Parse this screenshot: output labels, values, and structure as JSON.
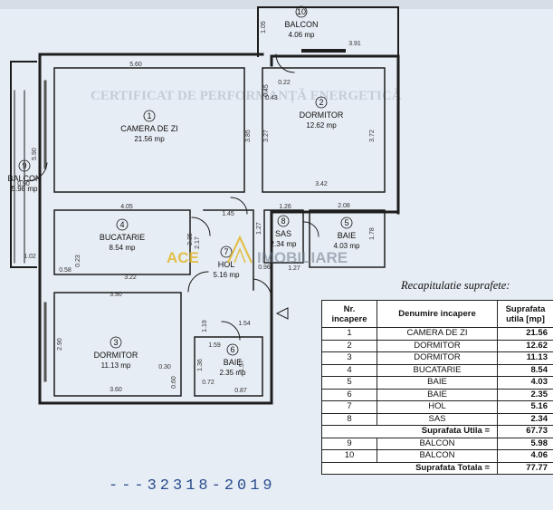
{
  "watermark": {
    "part1": "ACE",
    "part2": "IMOBILIARE"
  },
  "header_text": "CERTIFICAT DE PERFORMANȚĂ ENERGETICĂ",
  "stamp": "---32318-2019",
  "rooms": [
    {
      "nr": "1",
      "name": "CAMERA DE ZI",
      "area": "21.56 mp"
    },
    {
      "nr": "2",
      "name": "DORMITOR",
      "area": "12.62 mp"
    },
    {
      "nr": "3",
      "name": "DORMITOR",
      "area": "11.13 mp"
    },
    {
      "nr": "4",
      "name": "BUCATARIE",
      "area": "8.54 mp"
    },
    {
      "nr": "5",
      "name": "BAIE",
      "area": "4.03 mp"
    },
    {
      "nr": "6",
      "name": "BAIE",
      "area": "2.35 mp"
    },
    {
      "nr": "7",
      "name": "HOL",
      "area": "5.16 mp"
    },
    {
      "nr": "8",
      "name": "SAS",
      "area": "2.34 mp"
    },
    {
      "nr": "9",
      "name": "BALCON",
      "area": "5.98 mp"
    },
    {
      "nr": "10",
      "name": "BALCON",
      "area": "4.06 mp"
    }
  ],
  "dimensions": [
    "5.60",
    "3.85",
    "4.05",
    "2.17",
    "3.22",
    "0.58",
    "0.23",
    "1.02",
    "3.90",
    "3.60",
    "2.90",
    "0.30",
    "0.60",
    "1.45",
    "1.26",
    "1.27",
    "0.96",
    "1.27",
    "2.08",
    "1.78",
    "3.42",
    "3.27",
    "3.72",
    "0.45",
    "0.22",
    "1.05",
    "3.91",
    "2.35",
    "1.19",
    "1.59",
    "1.57",
    "1.36",
    "0.72",
    "0.87",
    "1.54",
    "5.90",
    "0.90",
    "0.43"
  ],
  "summary": {
    "title": "Recapitulatie suprafete:",
    "headers": {
      "nr": "Nr. incapere",
      "name": "Denumire incapere",
      "area": "Suprafata utila [mp]"
    },
    "rows": [
      {
        "nr": "1",
        "name": "CAMERA DE ZI",
        "area": "21.56"
      },
      {
        "nr": "2",
        "name": "DORMITOR",
        "area": "12.62"
      },
      {
        "nr": "3",
        "name": "DORMITOR",
        "area": "11.13"
      },
      {
        "nr": "4",
        "name": "BUCATARIE",
        "area": "8.54"
      },
      {
        "nr": "5",
        "name": "BAIE",
        "area": "4.03"
      },
      {
        "nr": "6",
        "name": "BAIE",
        "area": "2.35"
      },
      {
        "nr": "7",
        "name": "HOL",
        "area": "5.16"
      },
      {
        "nr": "8",
        "name": "SAS",
        "area": "2.34"
      }
    ],
    "utila_label": "Suprafata Utila =",
    "utila_value": "67.73",
    "balcony_rows": [
      {
        "nr": "9",
        "name": "BALCON",
        "area": "5.98"
      },
      {
        "nr": "10",
        "name": "BALCON",
        "area": "4.06"
      }
    ],
    "total_label": "Suprafata Totala =",
    "total_value": "77.77"
  }
}
